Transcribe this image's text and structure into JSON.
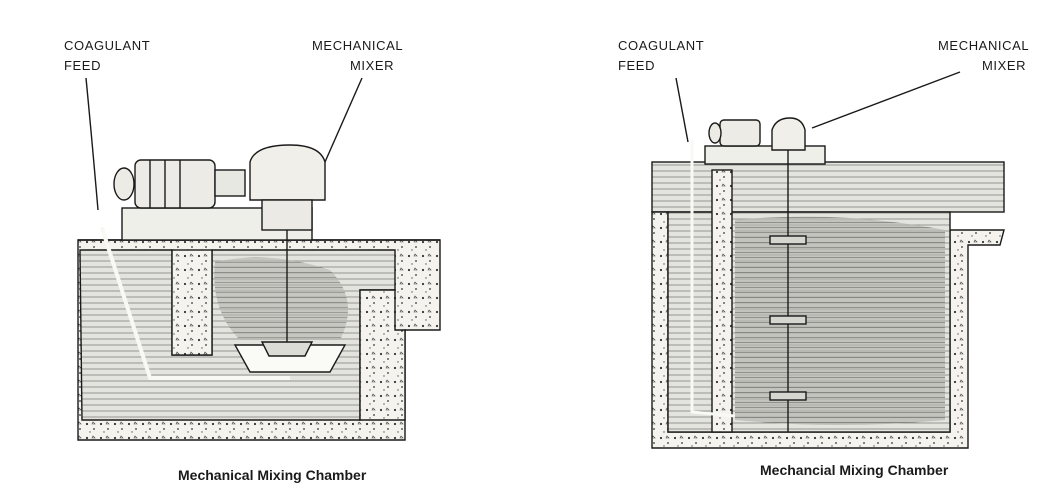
{
  "diagrams": [
    {
      "label_feed_line1": "COAGULANT",
      "label_feed_line2": "FEED",
      "label_mixer_line1": "MECHANICAL",
      "label_mixer_line2": "MIXER",
      "caption": "Mechanical Mixing Chamber"
    },
    {
      "label_feed_line1": "COAGULANT",
      "label_feed_line2": "FEED",
      "label_mixer_line1": "MECHANICAL",
      "label_mixer_line2": "MIXER",
      "caption": "Mechancial Mixing Chamber"
    }
  ],
  "colors": {
    "ink": "#1a1a1a",
    "concrete": "#f2f1ec",
    "water": "#d9d9d4",
    "water_dark": "#a9a9a4"
  }
}
